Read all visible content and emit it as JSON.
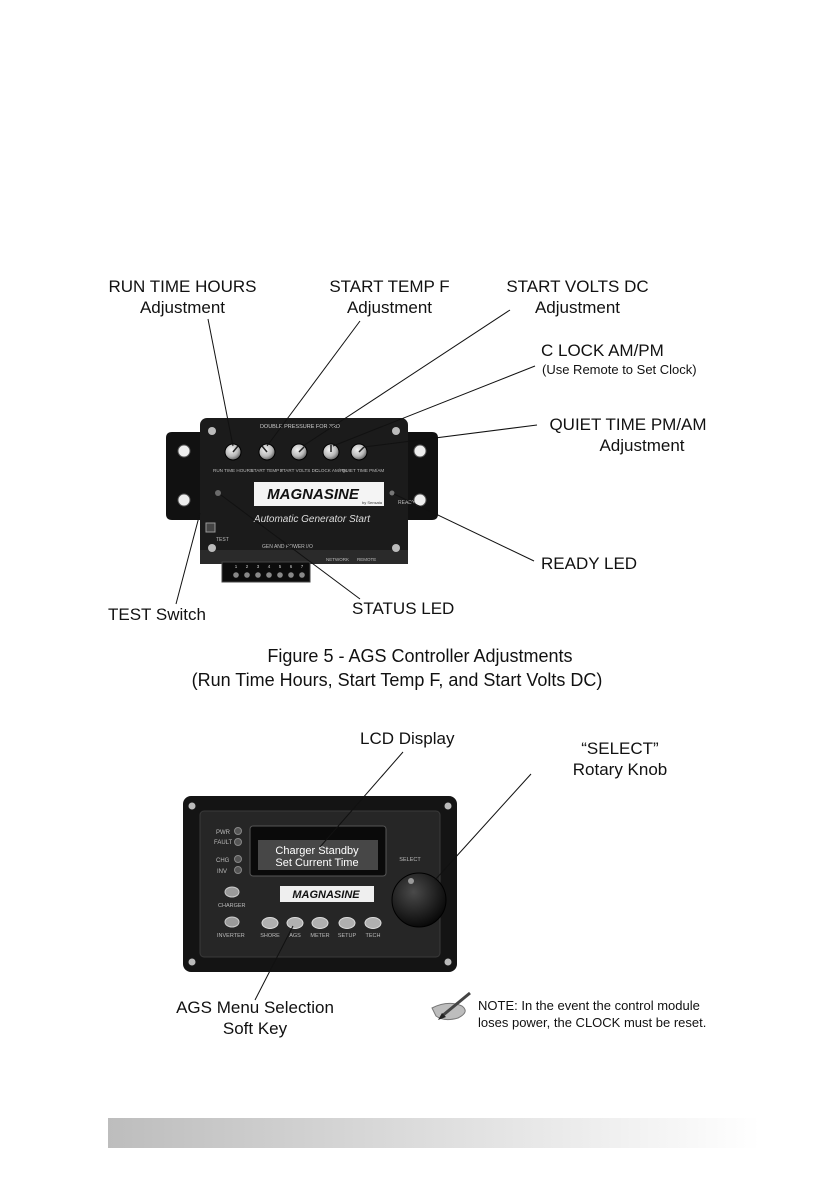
{
  "figure1": {
    "callouts": {
      "run_time": [
        "RUN TIME HOURS",
        "Adjustment"
      ],
      "start_temp": [
        "START TEMP F",
        "Adjustment"
      ],
      "start_volts": [
        "START VOLTS DC",
        "Adjustment"
      ],
      "clock": [
        "C LOCK AM/PM",
        "(Use Remote to Set Clock)"
      ],
      "quiet_time": [
        "QUIET TIME PM/AM",
        "Adjustment"
      ],
      "ready_led": "READY LED",
      "test_switch": "TEST Switch",
      "status_led": "STATUS LED"
    },
    "device": {
      "top_text": "DOUBLE PRESSURE FOR 3RD",
      "knob_labels": [
        "RUN TIME HOURS",
        "START TEMP F",
        "START VOLTS DC",
        "CLOCK AM/PM",
        "QUIET TIME PM/AM"
      ],
      "brand": "MAGNASINE",
      "brand_sub": "by Sensata",
      "subtitle": "Automatic Generator Start",
      "ready": "READY",
      "test": "TEST",
      "terminal": "GEN AND POWER I/O",
      "network": "NETWORK",
      "remote": "REMOTE",
      "terminal_numbers": [
        "1",
        "2",
        "3",
        "4",
        "5",
        "6",
        "7"
      ]
    },
    "caption_line1": "Figure 5 - AGS Controller Adjustments",
    "caption_line2": "(Run Time Hours, Start Temp F, and Start Volts DC)"
  },
  "figure2": {
    "callouts": {
      "lcd": "LCD Display",
      "select": [
        "“SELECT”",
        "Rotary Knob"
      ],
      "ags": [
        "AGS Menu Selection",
        "Soft Key"
      ]
    },
    "lcd_lines": [
      "Charger Standby",
      "Set Current Time"
    ],
    "side_labels": [
      "PWR",
      "FAULT",
      "CHG",
      "INV"
    ],
    "left_keys": [
      "CHARGER",
      "INVERTER"
    ],
    "keys": [
      "SHORE",
      "AGS",
      "METER",
      "SETUP",
      "TECH"
    ],
    "select_label": "SELECT",
    "brand": "MAGNASINE"
  },
  "note": "NOTE: In the event the control module loses power, the CLOCK must be reset."
}
